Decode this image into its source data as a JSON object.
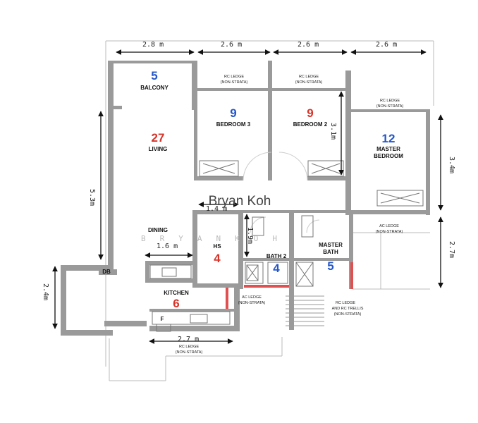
{
  "colors": {
    "blue": "#2456c8",
    "red": "#d8342a",
    "wall": "#9a9a9a",
    "accent_wall": "#e05050"
  },
  "watermark": {
    "name": "Bryan Koh",
    "letters": "BRYANKOH"
  },
  "dimensions": {
    "top": [
      "2.8 m",
      "2.6 m",
      "2.6 m",
      "2.6 m"
    ],
    "living_height": "5.3m",
    "left_height": "2.4m",
    "bedroom2_height": "3.1m",
    "master_height": "3.4m",
    "master_bath_height": "2.7m",
    "dining_width": "1.6 m",
    "hs_width": "1.4 m",
    "bath2_height": "1.9m",
    "kitchen_width": "2.7 m"
  },
  "rooms": {
    "balcony": {
      "name": "BALCONY",
      "number": "5",
      "color": "blue"
    },
    "bedroom3": {
      "name": "BEDROOM 3",
      "number": "9",
      "color": "blue"
    },
    "bedroom2": {
      "name": "BEDROOM 2",
      "number": "9",
      "color": "red"
    },
    "master": {
      "name1": "MASTER",
      "name2": "BEDROOM",
      "number": "12",
      "color": "blue"
    },
    "living": {
      "name": "LIVING",
      "number": "27",
      "color": "red"
    },
    "dining": {
      "name": "DINING"
    },
    "hs": {
      "name": "HS",
      "number": "4",
      "color": "red"
    },
    "bath2": {
      "name": "BATH 2",
      "number": "4",
      "color": "blue"
    },
    "master_bath": {
      "name1": "MASTER",
      "name2": "BATH",
      "number": "5",
      "color": "blue"
    },
    "kitchen": {
      "name": "KITCHEN",
      "number": "6",
      "color": "red"
    },
    "db": {
      "name": "DB"
    },
    "f": {
      "name": "F"
    }
  },
  "ledges": {
    "rc": {
      "l1": "RC LEDGE",
      "l2": "(NON-STRATA)"
    },
    "ac": {
      "l1": "AC LEDGE",
      "l2": "(NON-STRATA)"
    },
    "trellis": {
      "l1": "RC LEDGE",
      "l2": "AND RC TRELLIS",
      "l3": "(NON-STRATA)"
    }
  }
}
